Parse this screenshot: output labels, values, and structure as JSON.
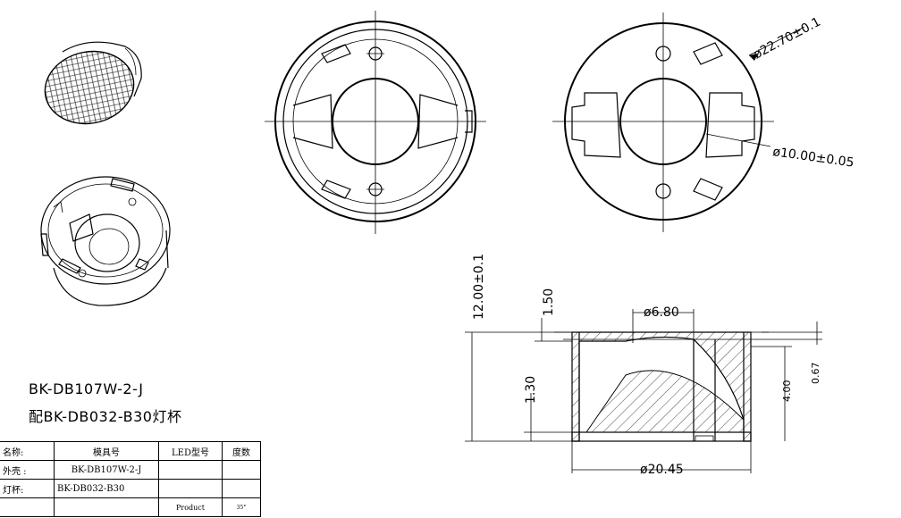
{
  "labels": {
    "part_number": "BK-DB107W-2-J",
    "mate_note": "配BK-DB032-B30灯杯"
  },
  "dimensions": {
    "outer_dia": "ø22.70±0.1",
    "inner_dia": "ø10.00±0.05",
    "height": "12.00±0.1",
    "step_top": "1.50",
    "step_low": "1.30",
    "top_dia": "ø6.80",
    "base_dia": "ø20.45",
    "depth": "4.00",
    "lip": "0.67"
  },
  "table": {
    "headers": [
      "名称:",
      "模具号",
      "LED型号",
      "度数"
    ],
    "rows": [
      [
        "外壳 :",
        "BK-DB107W-2-J",
        "",
        ""
      ],
      [
        "灯杯:",
        "BK-DB032-B30",
        "",
        ""
      ],
      [
        "",
        "",
        "Product",
        "35°"
      ]
    ]
  }
}
